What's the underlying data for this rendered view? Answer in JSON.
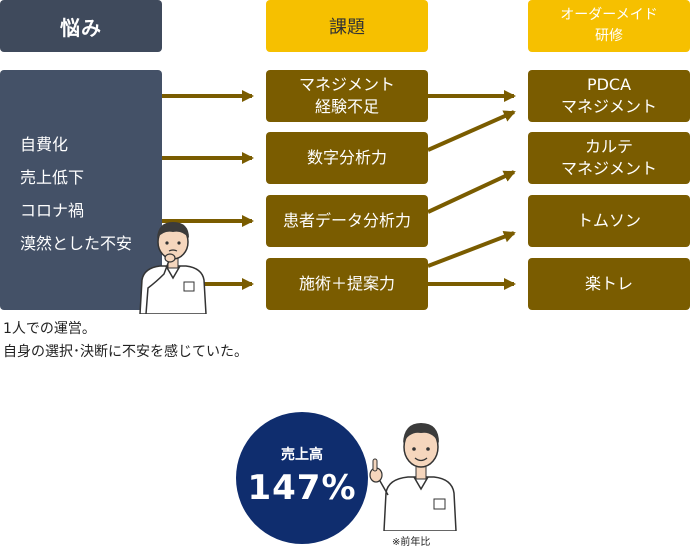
{
  "headers": {
    "worry": "悩み",
    "issue": "課題",
    "training": "オーダーメイド\n研修"
  },
  "worries": [
    "自費化",
    "売上低下",
    "コロナ禍",
    "漠然とした不安"
  ],
  "issues": [
    "マネジメント\n経験不足",
    "数字分析力",
    "患者データ分析力",
    "施術＋提案力"
  ],
  "trainings": [
    "PDCA\nマネジメント",
    "カルテ\nマネジメント",
    "トムソン",
    "楽トレ"
  ],
  "note": {
    "line1": "1人での運営。",
    "line2": "自身の選択･決断に不安を感じていた。"
  },
  "result": {
    "label": "売上高",
    "value": "147%",
    "footnote": "※前年比"
  },
  "colors": {
    "dark_header": "#3f4a5c",
    "dark_panel": "#445167",
    "accent_yellow": "#f6c000",
    "box_brown": "#7a5c00",
    "arrow": "#7a5c00",
    "circle": "#0f2d6e"
  }
}
